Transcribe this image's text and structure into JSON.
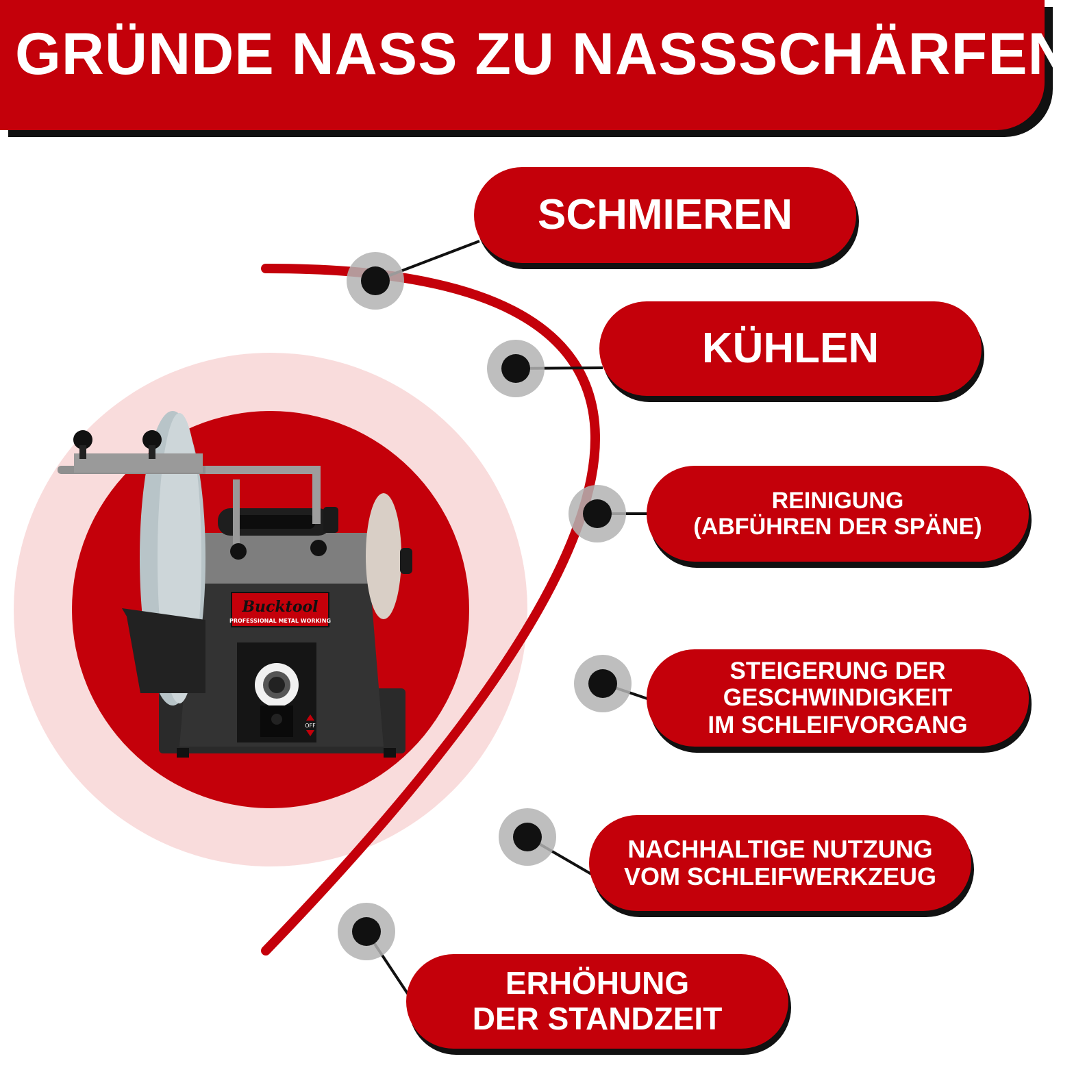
{
  "header": {
    "title": "GRÜNDE NASS ZU NASSSCHÄRFEN"
  },
  "product": {
    "brand": "Bucktool",
    "tagline": "PROFESSIONAL METAL WORKING",
    "switch_label": "OFF"
  },
  "colors": {
    "brand_red": "#c4000a",
    "outline": "#111111",
    "halo_pink": "#f9dcdc",
    "node_gray": "#b3b3b3"
  },
  "reasons": [
    {
      "lines": [
        "SCHMIEREN"
      ]
    },
    {
      "lines": [
        "KÜHLEN"
      ]
    },
    {
      "lines": [
        "REINIGUNG",
        "(ABFÜHREN DER SPÄNE)"
      ]
    },
    {
      "lines": [
        "STEIGERUNG DER",
        "GESCHWINDIGKEIT",
        "IM SCHLEIFVORGANG"
      ]
    },
    {
      "lines": [
        "NACHHALTIGE NUTZUNG",
        "VOM SCHLEIFWERKZEUG"
      ]
    },
    {
      "lines": [
        "ERHÖHUNG",
        "DER STANDZEIT"
      ]
    }
  ]
}
